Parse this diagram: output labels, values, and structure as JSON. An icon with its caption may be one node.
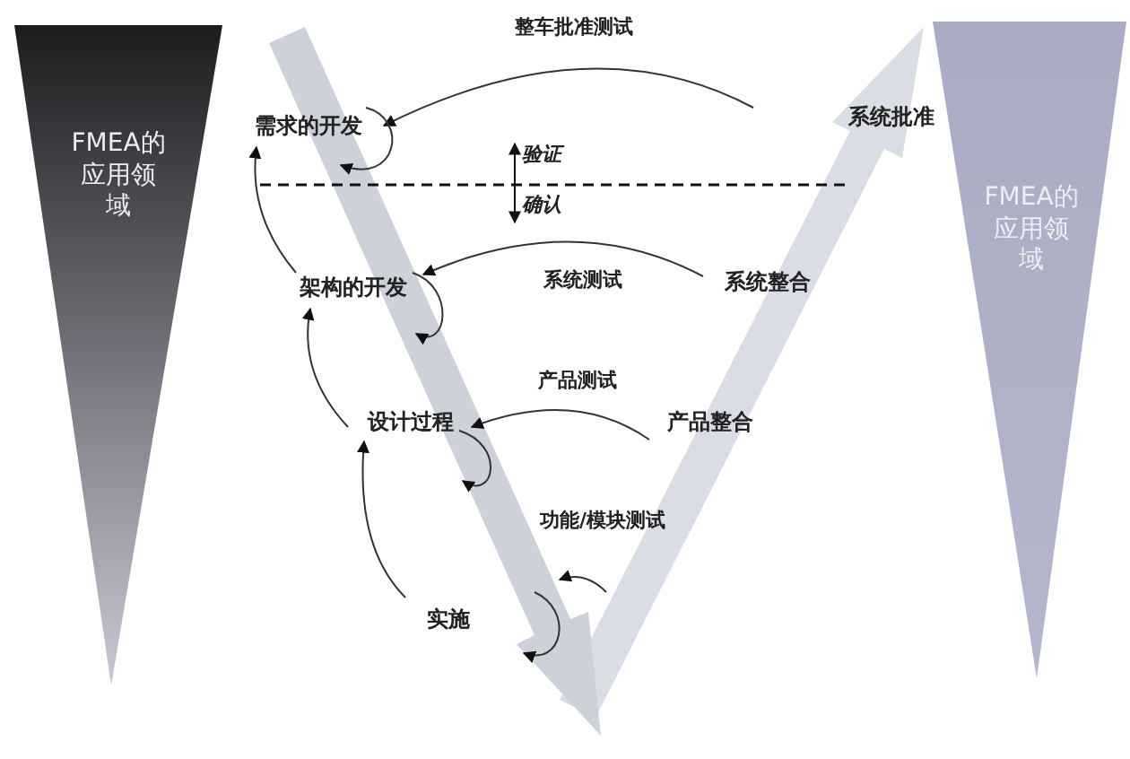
{
  "diagram": {
    "nodes": [
      {
        "text": [
          "FMEA的应用领域"
        ]
      },
      {
        "text": [
          "FMEA的应用领域"
        ]
      },
      {
        "text": [
          "需求的开发"
        ]
      },
      {
        "text": [
          "架构的开发"
        ]
      },
      {
        "text": [
          "设计过程"
        ]
      },
      {
        "text": [
          "实施"
        ]
      },
      {
        "text": [
          "系统批准"
        ]
      },
      {
        "text": [
          "系统整合"
        ]
      },
      {
        "text": [
          "产品整合"
        ]
      }
    ],
    "edges": [
      {
        "from": 6,
        "to": 2,
        "arrow": "to",
        "label": "整车批准测试"
      },
      {
        "from": 7,
        "to": 3,
        "arrow": "to",
        "label": "系统测试"
      },
      {
        "from": 8,
        "to": 4,
        "arrow": "to",
        "label": "产品测试"
      },
      {
        "from": 5,
        "to": 4,
        "arrow": "to"
      },
      {
        "from": 4,
        "to": 3,
        "arrow": "to"
      },
      {
        "from": 3,
        "to": 2,
        "arrow": "to"
      },
      {
        "from": 2,
        "to": 2,
        "arrow": "to"
      },
      {
        "from": 3,
        "to": 3,
        "arrow": "to"
      },
      {
        "from": 4,
        "to": 4,
        "arrow": "to"
      },
      {
        "from": 5,
        "to": 5,
        "arrow": "to"
      }
    ],
    "labels": [
      "验证",
      "确认",
      "功能/模块测试"
    ]
  }
}
